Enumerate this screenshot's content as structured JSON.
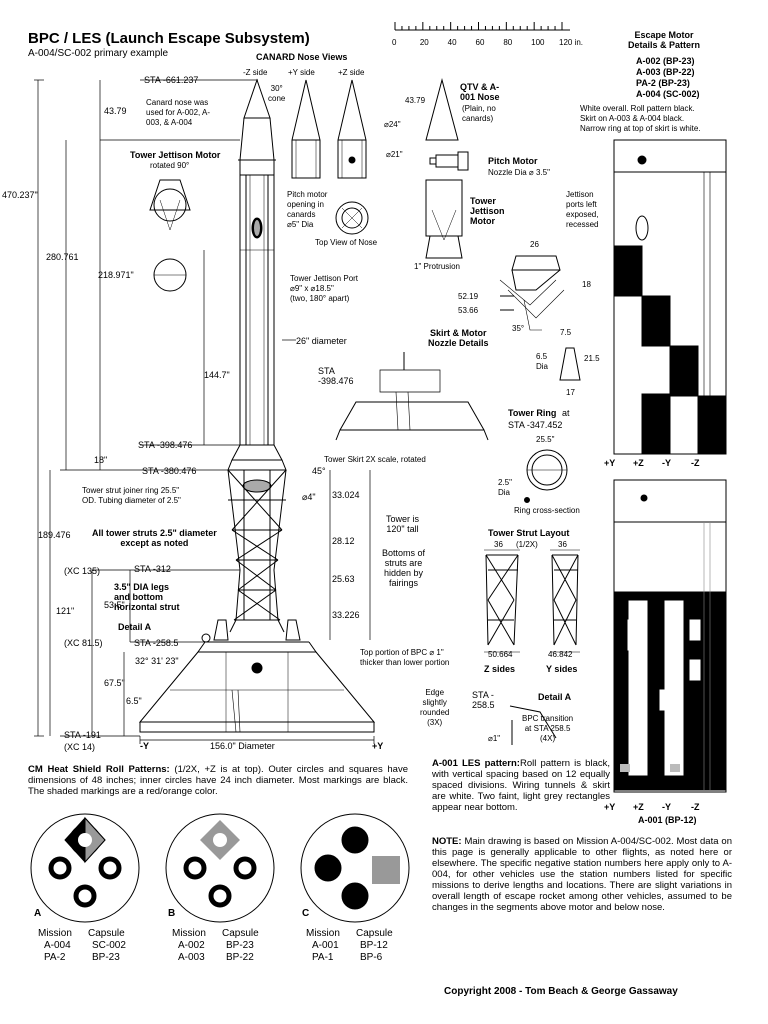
{
  "header": {
    "title": "BPC / LES (Launch Escape Subsystem)",
    "subtitle": "A-004/SC-002 primary example"
  },
  "scale": {
    "ticks": [
      "0",
      "20",
      "40",
      "60",
      "80",
      "100",
      "120 in."
    ]
  },
  "canard": {
    "title": "CANARD Nose Views",
    "z_neg": "-Z side",
    "y_pos": "+Y side",
    "z_pos": "+Z side",
    "cone": "30°\ncone",
    "nose_note": "Canard nose was\nused for A-002, A-\n003, & A-004",
    "pitch_opening": "Pitch motor\nopening in\ncanards\n⌀5\" Dia",
    "top_view": "Top View of Nose",
    "d24": "⌀24\"",
    "d21": "⌀21\""
  },
  "qtv": {
    "title": "QTV & A-\n001 Nose",
    "note": "(Plain, no\ncanards)",
    "dim": "43.79"
  },
  "stations": {
    "s661": "STA -661.237",
    "s398": "STA -398.476",
    "s380": "STA -380.476",
    "s312": "STA -312",
    "s258": "STA -258.5",
    "s191": "STA -191",
    "xc135": "(XC 135)",
    "xc815": "(XC 81.5)",
    "xc14": "(XC 14)"
  },
  "dims": {
    "d47023": "470.237\"",
    "d28076": "280.761",
    "d21897": "218.971\"",
    "d4379": "43.79",
    "d1447": "144.7\"",
    "d18": "18\"",
    "d189": "189.476",
    "d121": "121\"",
    "d535": "53.5\"",
    "d675": "67.5\"",
    "d65": "6.5\"",
    "angle": "32° 31' 23\"",
    "dia156": "156.0\" Diameter",
    "ny": "-Y",
    "py": "+Y",
    "d26": "26\" diameter",
    "t33024": "33.024",
    "t2812": "28.12",
    "t2563": "25.63",
    "t33226": "33.226",
    "t4": "⌀4\"",
    "t45": "45°"
  },
  "labels": {
    "jettison_motor": "Tower Jettison Motor",
    "rotated": "rotated 90°",
    "jettison_port": "Tower Jettison Port\n⌀9\" x ⌀18.5\"\n(two, 180° apart)",
    "strut_ring": "Tower strut joiner ring 25.5\"\nOD. Tubing diameter of 2.5\"",
    "all_struts": "All tower struts 2.5\" diameter\nexcept as noted",
    "legs": "3.5\" DIA legs\nand bottom\nhorizontal strut",
    "detail_a": "Detail A",
    "tower_tall": "Tower is\n120\" tall",
    "bottoms": "Bottoms of\nstruts are\nhidden by\nfairings",
    "skirt_2x": "Tower Skirt 2X scale, rotated",
    "top_portion": "Top portion of BPC ⌀ 1\"\nthicker than lower portion",
    "edge": "Edge\nslightly\nrounded\n(3X)"
  },
  "pitch": {
    "title": "Pitch Motor",
    "nozzle": "Nozzle Dia ⌀ 3.5\""
  },
  "tjm": {
    "title": "Tower\nJettison\nMotor",
    "protrusion": "1\" Protrusion",
    "d26": "26",
    "d18": "18",
    "d5219": "52.19",
    "d5366": "53.66",
    "d35": "35°",
    "d75": "7.5",
    "d65": "6.5",
    "dia": "Dia",
    "d215": "21.5",
    "d17": "17"
  },
  "skirt": {
    "title": "Skirt & Motor\nNozzle Details",
    "sta": "STA\n-398.476"
  },
  "ring": {
    "title": "Tower Ring",
    "at": "at",
    "sta": "STA -347.452",
    "d255": "25.5\"",
    "d25": "2.5\"",
    "dia": "Dia",
    "cross": "Ring cross-section"
  },
  "strut_layout": {
    "title": "Tower Strut Layout",
    "scale": "(1/2X)",
    "d36a": "36",
    "d36b": "36",
    "d50": "50.664",
    "d46": "46.842",
    "zsides": "Z sides",
    "ysides": "Y sides"
  },
  "detail_a": {
    "sta": "STA -\n258.5",
    "title": "Detail A",
    "bpc": "BPC transition\nat STA 258.5\n(4X)",
    "d1": "⌀1\""
  },
  "escape_motor": {
    "title": "Escape Motor\nDetails & Pattern",
    "missions": [
      "A-002 (BP-23)",
      "A-003 (BP-22)",
      "PA-2 (BP-23)",
      "A-004 (SC-002)"
    ],
    "note": "White overall. Roll pattern black.\nSkirt on A-003 & A-004 black.\nNarrow ring at top of skirt is white.",
    "jettison": "Jettison\nports left\nexposed,\nrecessed",
    "axes": [
      "+Y",
      "+Z",
      "-Y",
      "-Z"
    ],
    "a001": "A-001 (BP-12)"
  },
  "a001_note": {
    "title": "A-001 LES pattern:",
    "text": "Roll pattern is black, with vertical spacing based on 12 equally spaced divisions. Wiring tunnels & skirt are white. Two faint, light grey rectangles appear near bottom."
  },
  "cm": {
    "title": "CM Heat Shield Roll Patterns:",
    "text": " (1/2X, +Z is at top). Outer circles and squares have dimensions of 48 inches; inner circles have 24 inch diameter. Most markings are black. The shaded markings are a red/orange color.",
    "shields": [
      {
        "letter": "A",
        "mission_h": "Mission",
        "capsule_h": "Capsule",
        "m1": "A-004",
        "c1": "SC-002",
        "m2": "PA-2",
        "c2": "BP-23"
      },
      {
        "letter": "B",
        "mission_h": "Mission",
        "capsule_h": "Capsule",
        "m1": "A-002",
        "c1": "BP-23",
        "m2": "A-003",
        "c2": "BP-22"
      },
      {
        "letter": "C",
        "mission_h": "Mission",
        "capsule_h": "Capsule",
        "m1": "A-001",
        "c1": "BP-12",
        "m2": "PA-1",
        "c2": "BP-6"
      }
    ]
  },
  "note": {
    "title": "NOTE:",
    "text": " Main drawing is based on Mission A-004/SC-002. Most data on this page is generally applicable to other flights, as noted here or elsewhere. The specific negative station numbers here apply only to A-004, for other vehicles use the station numbers listed for specific missions to derive lengths and locations. There are slight variations in overall length of escape rocket among other vehicles, assumed to be changes in the segments above motor and below nose."
  },
  "copyright": "Copyright 2008  -  Tom Beach & George Gassaway",
  "colors": {
    "ink": "#000000",
    "shade": "#999999",
    "grey_light": "#bbbbbb"
  }
}
